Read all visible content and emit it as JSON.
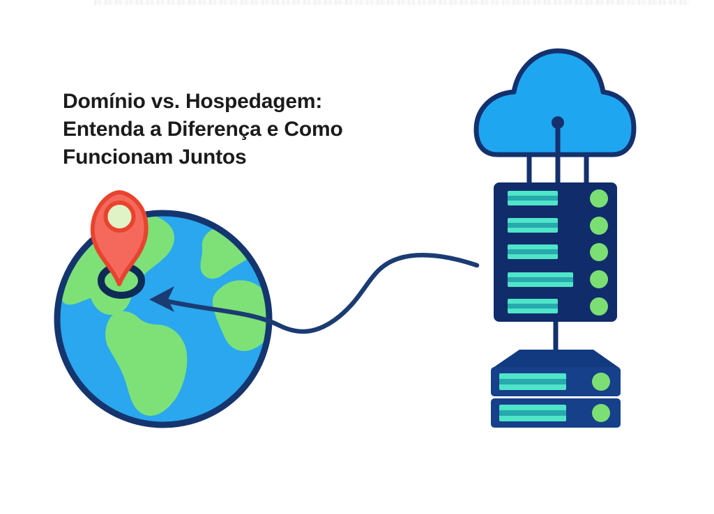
{
  "header": {
    "title_lines": [
      "Domínio vs. Hospedagem:",
      "Entenda a Diferença e Como",
      "Funcionam Juntos"
    ]
  },
  "icons": {
    "cloud-icon": "svg-cloud-shape",
    "globe-icon": "svg-circle-with-continents",
    "location-pin-icon": "svg-map-pin",
    "server-rack-icon": "svg-rack-with-bars-and-leds",
    "storage-server-icon": "svg-stacked-server-units",
    "connection-arrow-icon": "svg-curved-arrow"
  },
  "colors": {
    "title_text": "#1b1b1b",
    "cloud_blue": "#1ea7f0",
    "outline_navy": "#14316e",
    "rack_navy": "#112c6a",
    "server_blue": "#164089",
    "server_top_blue": "#123a80",
    "bar_teal": "#4fe5c8",
    "bar_stripe_teal": "#27a9ae",
    "led_green": "#7cdf74",
    "ocean_blue": "#2aa7ee",
    "land_green": "#7de178",
    "globe_outline": "#15356f",
    "arrow_navy": "#1b3c73",
    "ring_navy": "#0e2b55",
    "pin_red": "#f4695c",
    "pin_outline": "#e8432e",
    "pin_inner": "#dff3c6"
  }
}
